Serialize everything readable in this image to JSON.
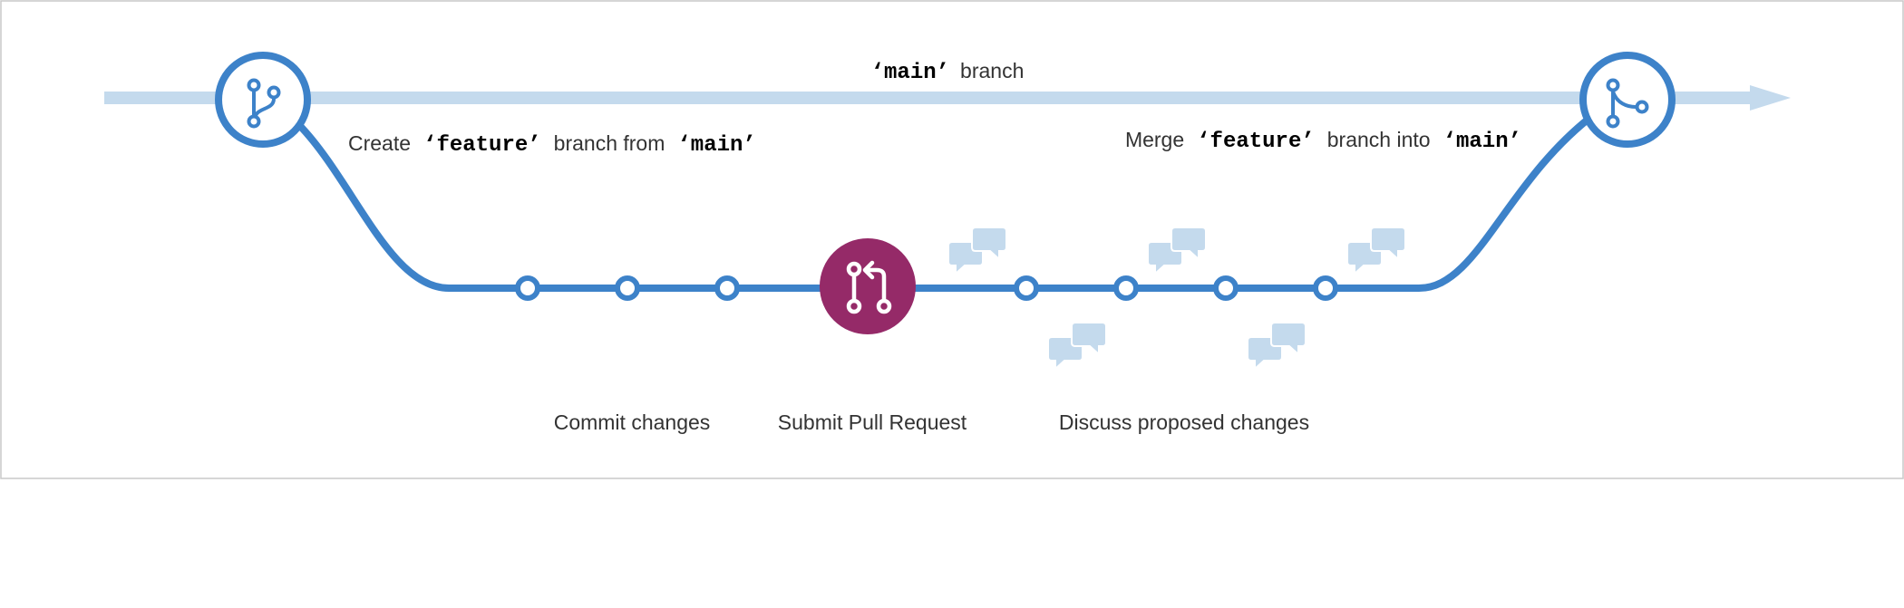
{
  "colors": {
    "main_branch": "#c4daed",
    "feature_branch": "#3d82c9",
    "pull_request": "#952a68",
    "discussion": "#c4daed",
    "text": "#333333",
    "frame": "#c8c8c8"
  },
  "icons": {
    "branch": "git-branch-icon",
    "merge": "git-merge-icon",
    "pull_request": "git-pull-request-icon",
    "comment": "comment-discussion-icon"
  },
  "labels": {
    "main_branch": {
      "code": "‘main’",
      "suffix": "branch"
    },
    "create": {
      "prefix": "Create",
      "feature_code": "‘feature’",
      "middle": "branch from",
      "main_code": "‘main’"
    },
    "merge": {
      "prefix": "Merge",
      "feature_code": "‘feature’",
      "middle": "branch into",
      "main_code": "‘main’"
    },
    "commit": "Commit changes",
    "pull_request": "Submit Pull Request",
    "discuss": "Discuss proposed changes"
  }
}
